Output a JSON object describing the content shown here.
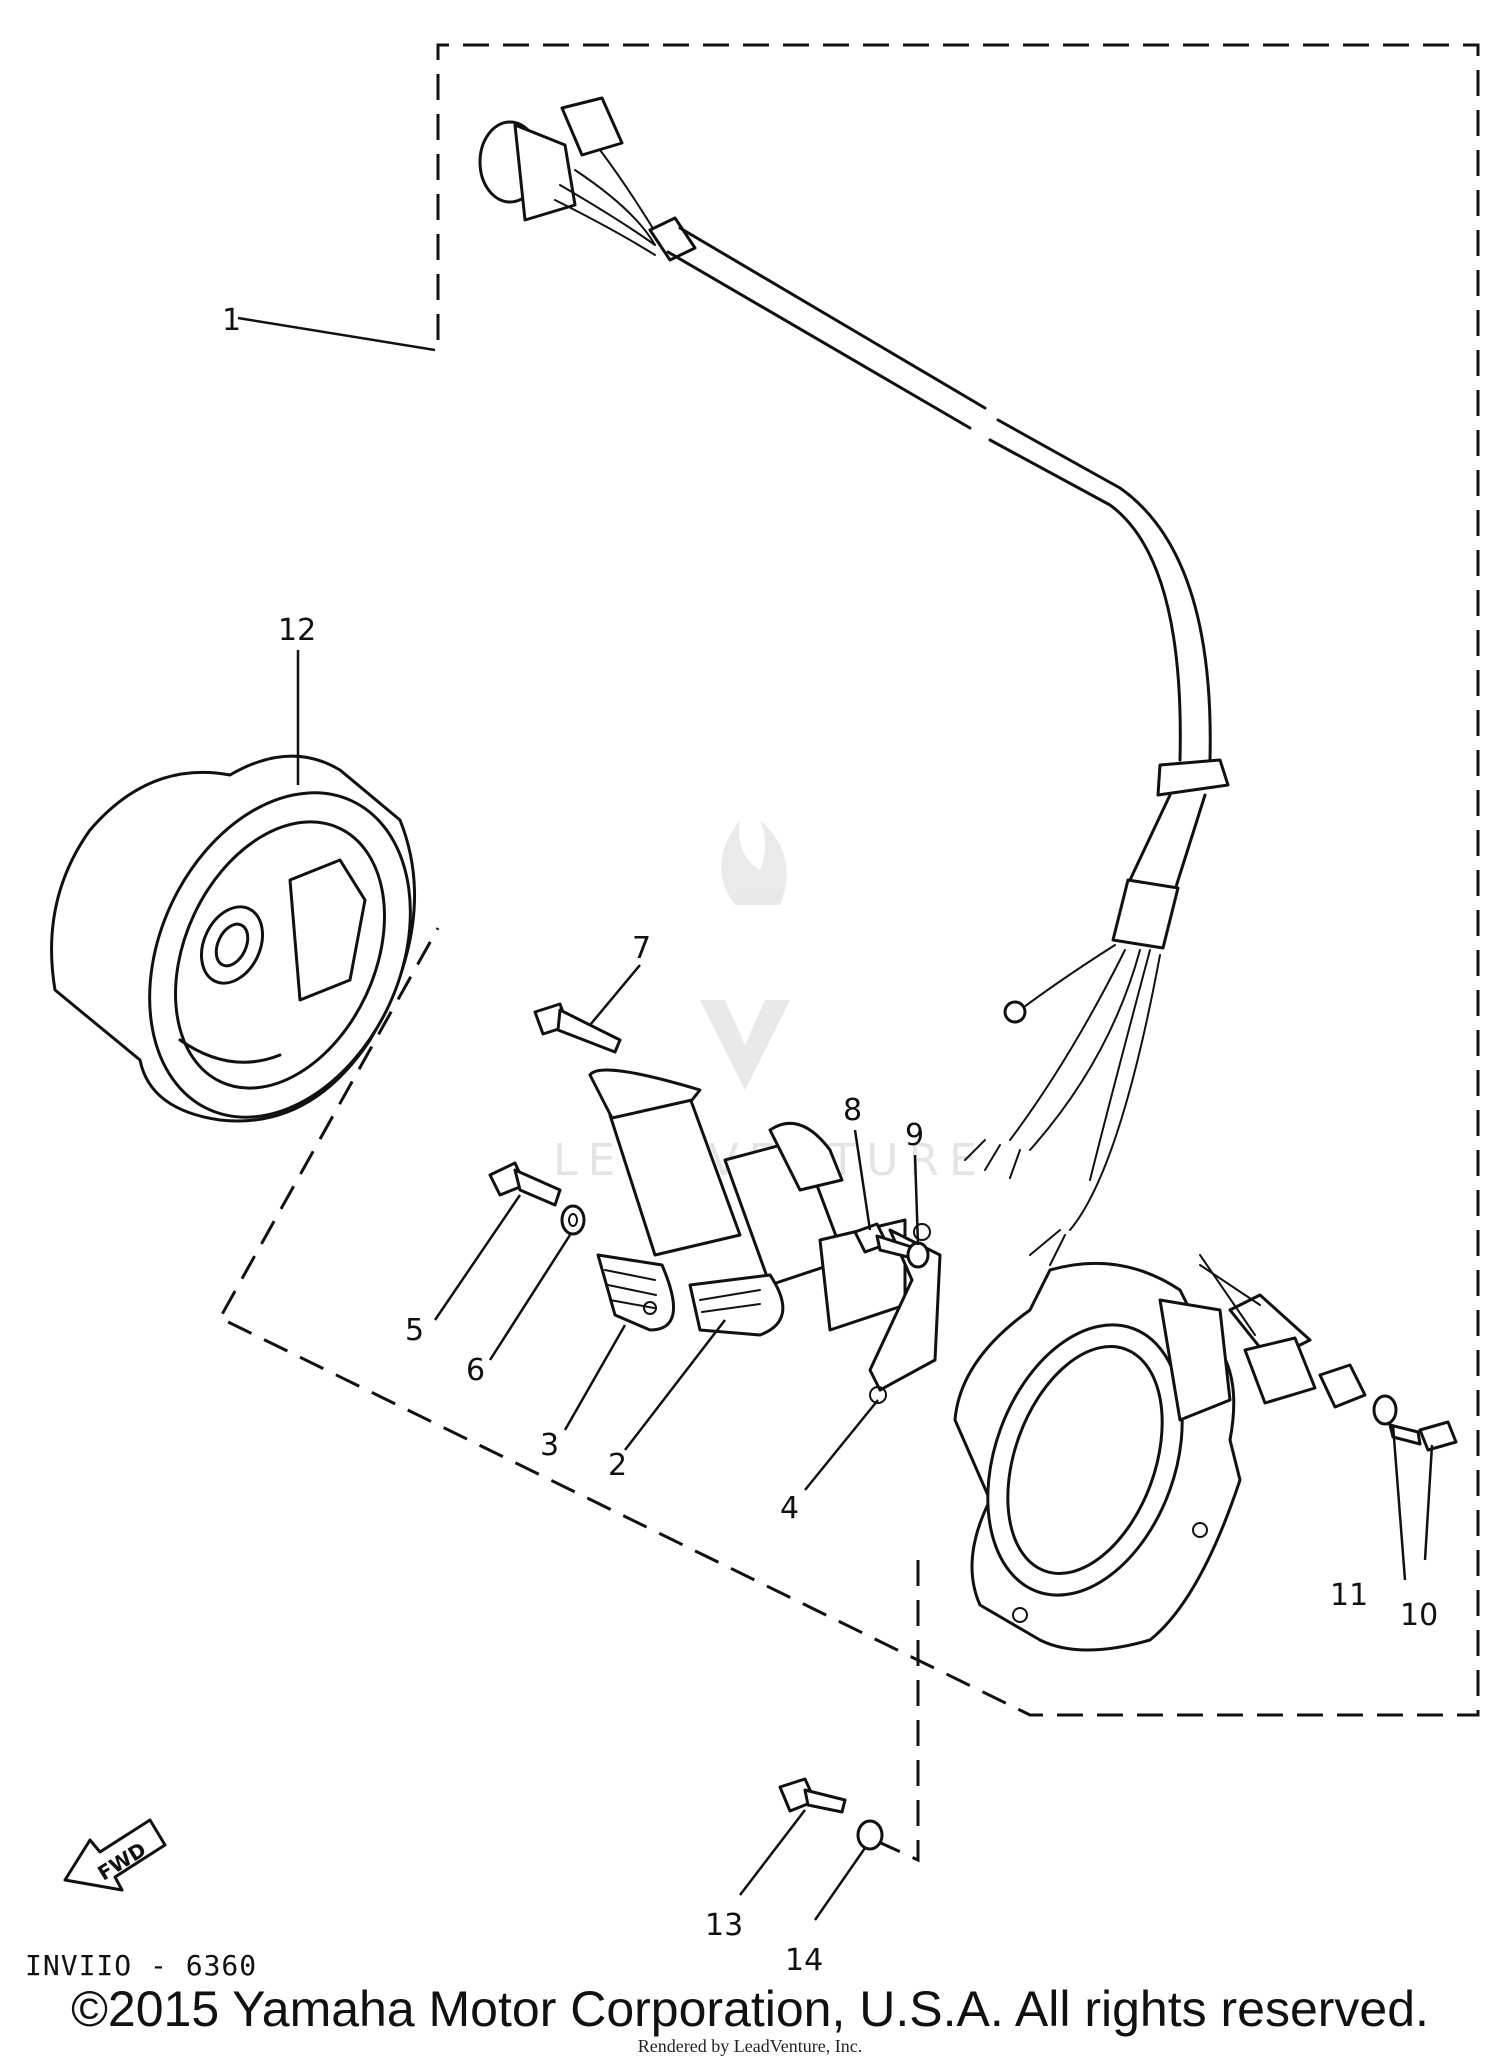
{
  "diagram": {
    "drawing_code": "INVIIO - 6360",
    "fwd_arrow_label": "FWD",
    "callouts": [
      "1",
      "2",
      "3",
      "4",
      "5",
      "6",
      "7",
      "8",
      "9",
      "10",
      "11",
      "12",
      "13",
      "14"
    ],
    "icons": [
      "flywheel-rotor",
      "stator-base",
      "charge-coil",
      "source-coil",
      "pulser-coil",
      "wire-harness",
      "coupler",
      "bolt",
      "washer",
      "fwd-arrow-icon"
    ]
  },
  "watermark": {
    "brand": "LEADVENTURE"
  },
  "footer": {
    "copyright": "©2015 Yamaha Motor Corporation, U.S.A. All rights reserved.",
    "rendered_by": "Rendered by LeadVenture, Inc."
  }
}
